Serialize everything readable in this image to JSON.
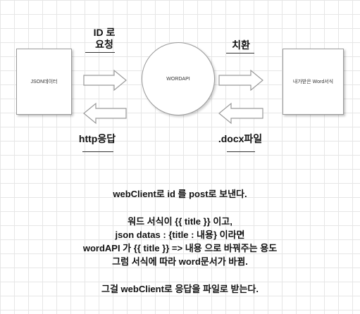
{
  "nodes": {
    "json_data": "JSON데이터",
    "wordapi": "WORDAPI",
    "word_format": "내가받은 Word서식"
  },
  "labels": {
    "id_request_line1": "ID 로",
    "id_request_line2": "요청",
    "http_response": "http응답",
    "replace": "치환",
    "docx_file": ".docx파일"
  },
  "description": {
    "line1": "webClient로 id 를 post로 보낸다.",
    "line2": "워드 서식이 {{ title }} 이고,",
    "line3": "json datas : {title : 내용} 이라면",
    "line4": "wordAPI 가 {{ title }} => 내용 으로 바꿔주는 용도",
    "line5": "그럼 서식에 따라 word문서가 바뀜.",
    "line6": "그걸 webClient로 응답을 파일로 받는다."
  }
}
